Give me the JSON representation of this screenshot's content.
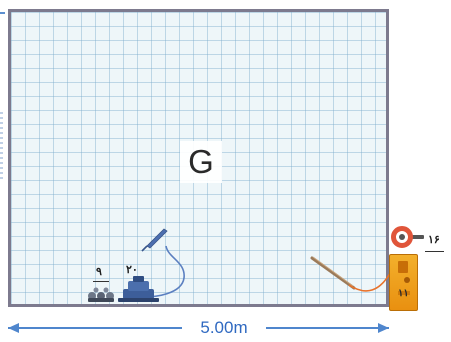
{
  "diagram": {
    "room_label": "G",
    "bottom_dimension": "5.00m",
    "callouts": {
      "n9": "۹",
      "n20": "۲۰",
      "n16": "۱۶",
      "n11": "۱۱"
    },
    "colors": {
      "grid_border": "#7d7a8e",
      "dimension_blue": "#4f86cd",
      "device_orange": "#f3b02c",
      "ring_red": "#e0553a"
    }
  }
}
